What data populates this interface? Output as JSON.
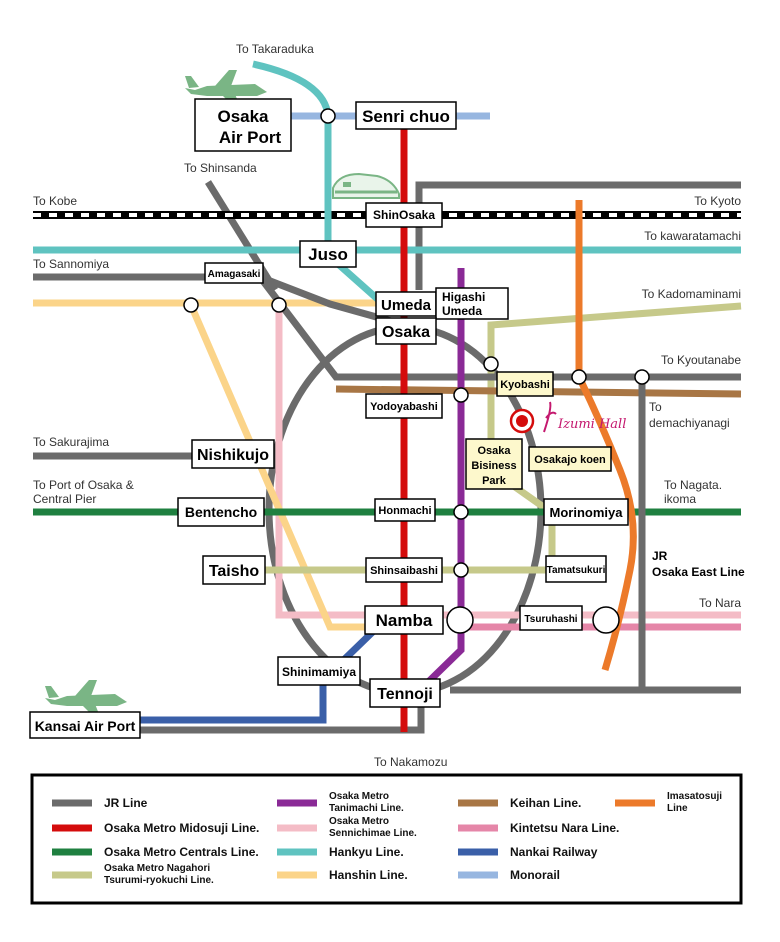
{
  "colors": {
    "jr": "#6b6b6b",
    "midosuji": "#d40c0c",
    "chuo": "#1f8040",
    "nagahori": "#c6c98a",
    "tanimachi": "#8a2a96",
    "sennichimae": "#f4bcc6",
    "hankyu": "#5fc3c0",
    "hanshin": "#fbd489",
    "keihan": "#a87645",
    "kintetsu": "#e586a8",
    "nankai": "#3a5fa8",
    "monorail": "#97b6e0",
    "imasatosuji": "#ec7a2a",
    "plane": "#7ab585"
  },
  "destinations": {
    "takaraduka": "To Takaraduka",
    "shinsanda": "To Shinsanda",
    "kobe": "To Kobe",
    "kyoto": "To Kyoto",
    "kawaratamachi": "To kawaratamachi",
    "sannomiya": "To Sannomiya",
    "kadomaminami": "To Kadomaminami",
    "kyoutanabe": "To Kyoutanabe",
    "demachiyanagi_1": "To",
    "demachiyanagi_2": "demachiyanagi",
    "sakurajima": "To Sakurajima",
    "port_1": "To Port of Osaka &",
    "port_2": "Central Pier",
    "nagata_1": "To Nagata.",
    "nagata_2": "ikoma",
    "jr_east_1": "JR",
    "jr_east_2": "Osaka East Line",
    "nara": "To Nara",
    "nakamozu": "To Nakamozu"
  },
  "stations": {
    "osaka_air_port_1": "Osaka",
    "osaka_air_port_2": "Air Port",
    "senri_chuo": "Senri chuo",
    "shin_osaka": "ShinOsaka",
    "juso": "Juso",
    "amagasaki": "Amagasaki",
    "umeda": "Umeda",
    "higashi_umeda_1": "Higashi",
    "higashi_umeda_2": "Umeda",
    "osaka": "Osaka",
    "kyobashi": "Kyobashi",
    "yodoyabashi": "Yodoyabashi",
    "obp_1": "Osaka",
    "obp_2": "Bisiness",
    "obp_3": "Park",
    "osakajo_koen": "Osakajo koen",
    "nishikujo": "Nishikujo",
    "bentencho": "Bentencho",
    "honmachi": "Honmachi",
    "morinomiya": "Morinomiya",
    "taisho": "Taisho",
    "shinsaibashi": "Shinsaibashi",
    "tamatsukuri": "Tamatsukuri",
    "namba": "Namba",
    "tsuruhashi": "Tsuruhashi",
    "shinimamiya": "Shinimamiya",
    "tennoji": "Tennoji",
    "kansai_air_port": "Kansai Air Port"
  },
  "venue": {
    "logo_text": "Izumi Hall"
  },
  "legend": [
    {
      "id": "jr",
      "lines": [
        "JR Line"
      ],
      "color": "#6b6b6b"
    },
    {
      "id": "midosuji",
      "lines": [
        "Osaka Metro Midosuji Line."
      ],
      "color": "#d40c0c"
    },
    {
      "id": "chuo",
      "lines": [
        "Osaka Metro Centrals Line."
      ],
      "color": "#1f8040"
    },
    {
      "id": "nagahori",
      "lines": [
        "Osaka Metro Nagahori",
        "Tsurumi-ryokuchi Line."
      ],
      "color": "#c6c98a"
    },
    {
      "id": "tanimachi",
      "lines": [
        "Osaka Metro",
        "Tanimachi Line."
      ],
      "color": "#8a2a96"
    },
    {
      "id": "sennichimae",
      "lines": [
        "Osaka Metro",
        "Sennichimae Line."
      ],
      "color": "#f4bcc6"
    },
    {
      "id": "hankyu",
      "lines": [
        "Hankyu Line."
      ],
      "color": "#5fc3c0"
    },
    {
      "id": "hanshin",
      "lines": [
        "Hanshin Line."
      ],
      "color": "#fbd489"
    },
    {
      "id": "keihan",
      "lines": [
        "Keihan Line."
      ],
      "color": "#a87645"
    },
    {
      "id": "kintetsu",
      "lines": [
        "Kintetsu Nara Line."
      ],
      "color": "#e586a8"
    },
    {
      "id": "nankai",
      "lines": [
        "Nankai Railway"
      ],
      "color": "#3a5fa8"
    },
    {
      "id": "monorail",
      "lines": [
        "Monorail"
      ],
      "color": "#97b6e0"
    },
    {
      "id": "imasatosuji",
      "lines": [
        "Imasatosuji",
        "Line"
      ],
      "color": "#ec7a2a"
    }
  ]
}
